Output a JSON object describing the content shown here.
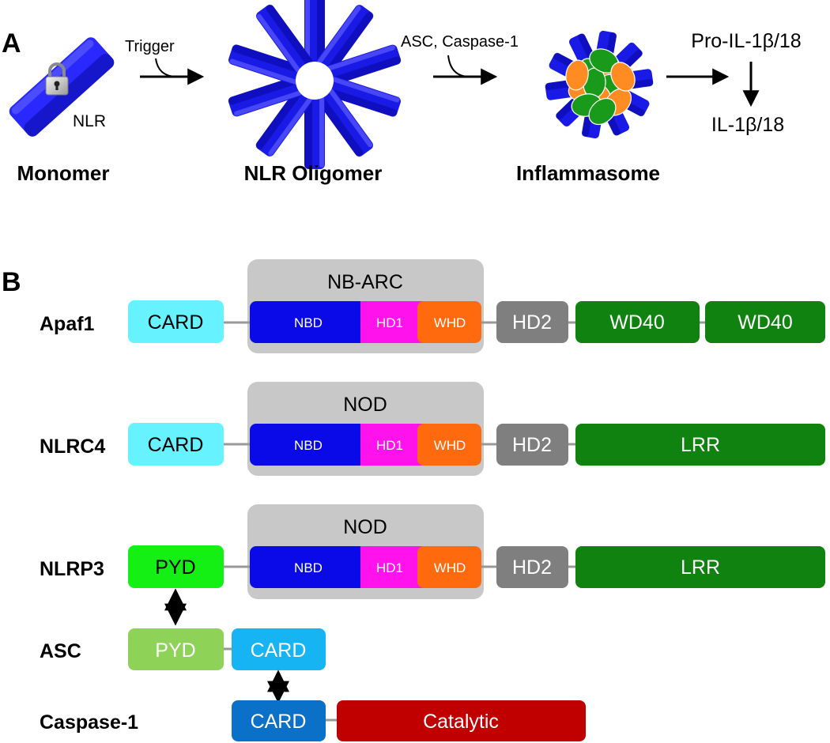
{
  "panel_a": {
    "letter": "A",
    "monomer": {
      "caption": "Monomer",
      "label": "NLR",
      "icon": "lock-icon"
    },
    "step1": {
      "label": "Trigger"
    },
    "oligomer": {
      "caption": "NLR Oligomer"
    },
    "step2": {
      "label": "ASC, Caspase-1"
    },
    "inflammasome": {
      "caption": "Inflammasome"
    },
    "products": {
      "pro": "Pro-IL-1β/18",
      "mature": "IL-1β/18"
    }
  },
  "panel_b": {
    "letter": "B",
    "rows": [
      {
        "id": "apaf1",
        "name": "Apaf1",
        "group_label": "NB-ARC",
        "domains": [
          "CARD",
          "NBD",
          "HD1",
          "WHD",
          "HD2",
          "WD40",
          "WD40"
        ]
      },
      {
        "id": "nlrc4",
        "name": "NLRC4",
        "group_label": "NOD",
        "domains": [
          "CARD",
          "NBD",
          "HD1",
          "WHD",
          "HD2",
          "LRR"
        ]
      },
      {
        "id": "nlrp3",
        "name": "NLRP3",
        "group_label": "NOD",
        "domains": [
          "PYD",
          "NBD",
          "HD1",
          "WHD",
          "HD2",
          "LRR"
        ]
      },
      {
        "id": "asc",
        "name": "ASC",
        "domains": [
          "PYD",
          "CARD"
        ]
      },
      {
        "id": "caspase1",
        "name": "Caspase-1",
        "domains": [
          "CARD",
          "Catalytic"
        ]
      }
    ]
  },
  "colors": {
    "nlr": "#1a1ae6",
    "card_light": "#66f2ff",
    "nbd": "#0a0ae8",
    "hd1": "#ff12ec",
    "whd": "#ff6a0f",
    "hd2": "#7f7f7f",
    "green_dark": "#0f820f",
    "pyd_bright": "#14f014",
    "pyd_asc": "#8ed258",
    "card_asc": "#16b4f2",
    "card_casp": "#0a70c8",
    "catalytic": "#c00000",
    "group_bg": "#c8c8c8",
    "linker": "#999999",
    "asc_orange": "#ff8c22",
    "asc_green": "#1a9a1a"
  }
}
